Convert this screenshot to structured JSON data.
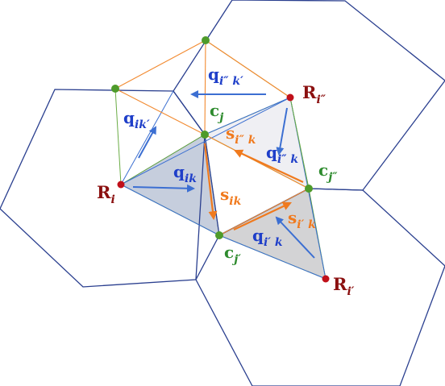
{
  "labels": {
    "R_i": {
      "main": "R",
      "sub": "i"
    },
    "R_i1": {
      "main": "R",
      "sub": "i′"
    },
    "R_i2": {
      "main": "R",
      "sub": "i″"
    },
    "c_j": {
      "main": "c",
      "sub": "j"
    },
    "c_j1": {
      "main": "c",
      "sub": "j′"
    },
    "c_j2": {
      "main": "c",
      "sub": "j″"
    },
    "q_ik": {
      "main": "q",
      "sub": "ik"
    },
    "q_ik1": {
      "main": "q",
      "sub": "ik′"
    },
    "q_i1k": {
      "main": "q",
      "sub": "i′ k"
    },
    "q_i2k": {
      "main": "q",
      "sub": "i″ k"
    },
    "q_i2k1": {
      "main": "q",
      "sub": "i″ k′"
    },
    "s_ik": {
      "main": "s",
      "sub": "ik"
    },
    "s_i1k": {
      "main": "s",
      "sub": "i′ k"
    },
    "s_i2k": {
      "main": "s",
      "sub": "i″ k"
    }
  },
  "colors": {
    "hexagon": "#2a3f8f",
    "q_vector": "#3c6fd2",
    "s_vector": "#f07a1e",
    "c_node": "#4e9b2a",
    "R_node": "#c0101a",
    "dark_triangle": "#c6cedd",
    "light_triangle": "#efeff3",
    "gray_triangle": "#d3d3d5"
  }
}
